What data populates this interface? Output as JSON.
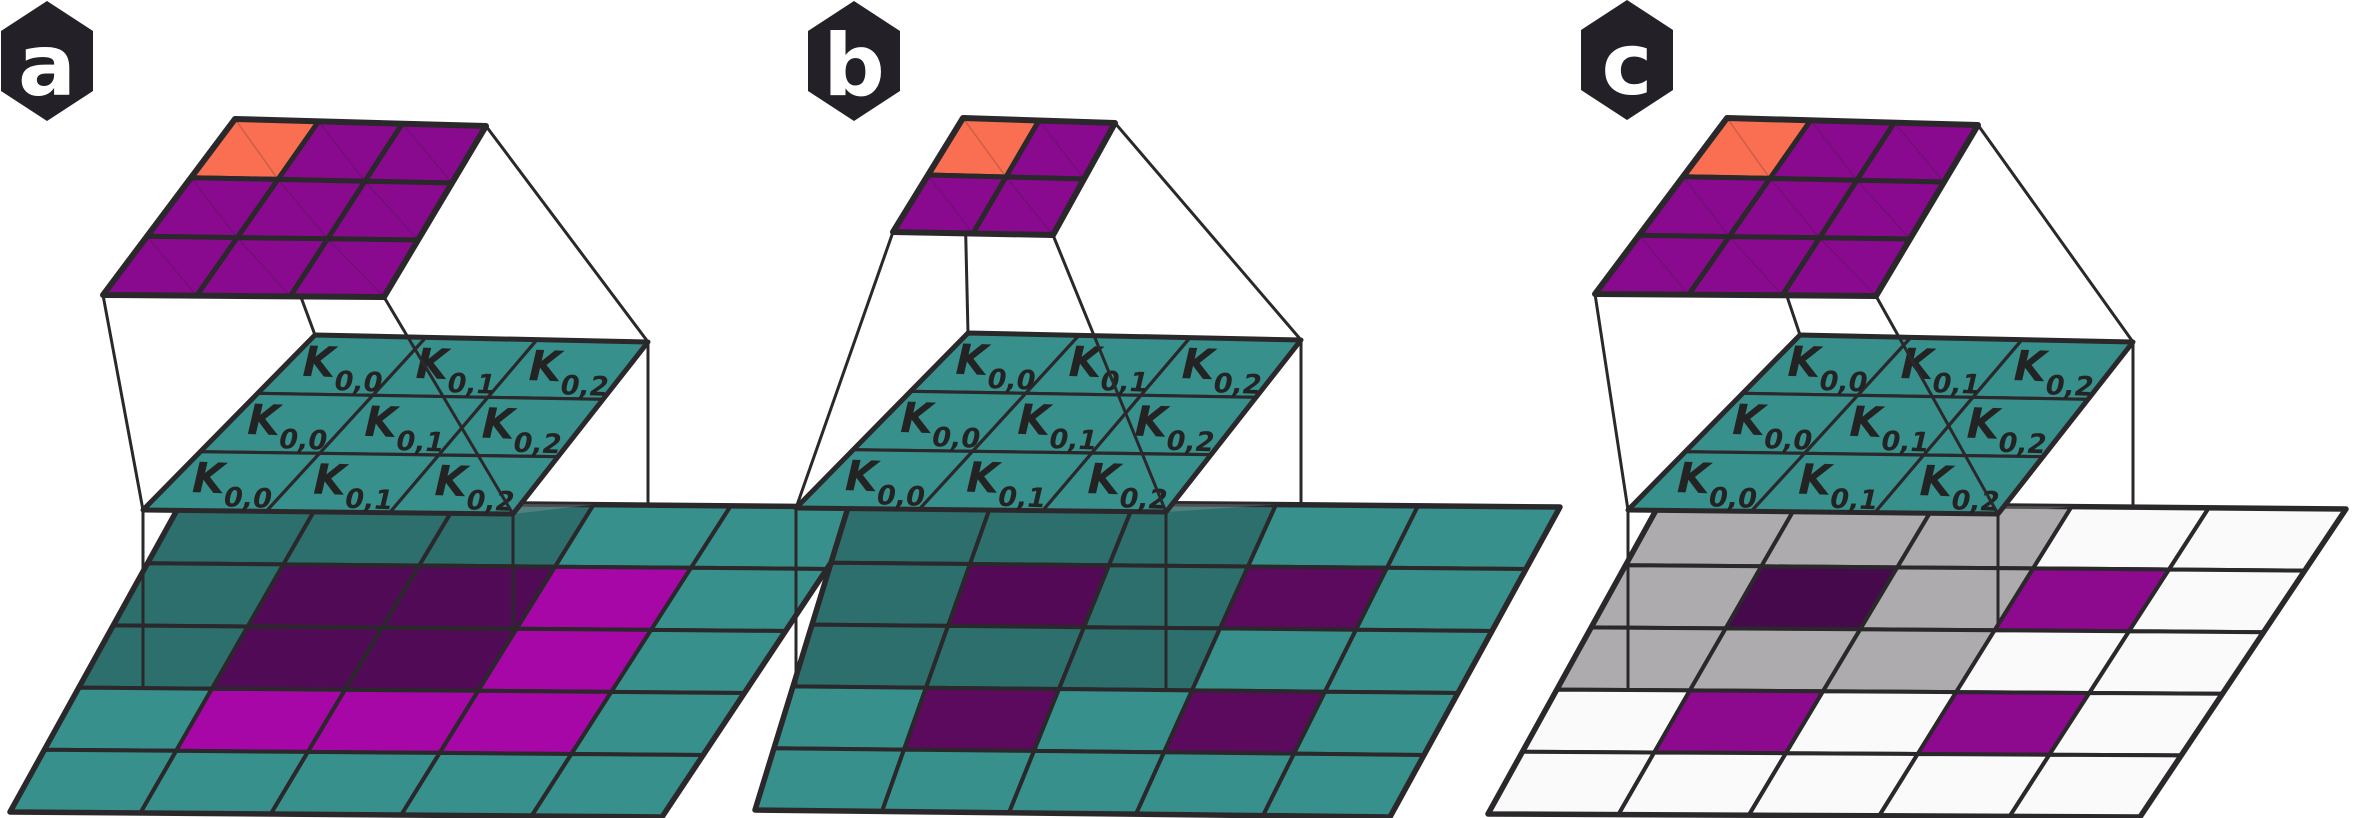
{
  "figure": {
    "colors": {
      "teal": "#37908B",
      "teal_shaded": "#2C6F6C",
      "output_purple": "#8A0A8F",
      "orange": "#FA6F51",
      "magenta": "#A607A6",
      "magenta_shaded": "#510B56",
      "deep_purple": "#5C0A5E",
      "deep_purple_shaded": "#530956",
      "mid_purple": "#8D098D",
      "mid_purple_shaded": "#460A4C",
      "white_cell": "#FBFAFB",
      "gray_shadow": "#ADABAD",
      "stroke": "#2B282B",
      "badge_bg": "#242028",
      "badge_text": "#FFFFFF",
      "kernel_label": "#232323"
    },
    "shade_map": {
      "teal": "teal_shaded",
      "magenta": "magenta_shaded",
      "deep_purple": "deep_purple_shaded",
      "mid_purple": "mid_purple_shaded",
      "white_cell": "gray_shadow"
    },
    "kernel": {
      "base": "K",
      "subscripts": [
        [
          "0,0",
          "0,1",
          "0,2"
        ],
        [
          "0,0",
          "0,1",
          "0,2"
        ],
        [
          "0,0",
          "0,1",
          "0,2"
        ]
      ]
    },
    "panels": [
      {
        "badge": "a",
        "output_grid": {
          "rows": 3,
          "cols": 3,
          "base_color": "output_purple",
          "highlight": {
            "row": 0,
            "col": 0,
            "color": "orange"
          }
        },
        "kernel_grid": {
          "rows": 3,
          "cols": 3,
          "color": "teal"
        },
        "input_grid": {
          "rows": 5,
          "cols": 5,
          "base_color": "teal",
          "highlight_color": "magenta",
          "highlights": [
            [
              1,
              1
            ],
            [
              1,
              2
            ],
            [
              1,
              3
            ],
            [
              2,
              1
            ],
            [
              2,
              2
            ],
            [
              2,
              3
            ],
            [
              3,
              1
            ],
            [
              3,
              2
            ],
            [
              3,
              3
            ]
          ],
          "shadow_rows": 3,
          "shadow_cols": 3
        }
      },
      {
        "badge": "b",
        "output_grid": {
          "rows": 2,
          "cols": 2,
          "base_color": "output_purple",
          "highlight": {
            "row": 0,
            "col": 0,
            "color": "orange"
          }
        },
        "kernel_grid": {
          "rows": 3,
          "cols": 3,
          "color": "teal"
        },
        "input_grid": {
          "rows": 5,
          "cols": 5,
          "base_color": "teal",
          "highlight_color": "deep_purple",
          "highlights": [
            [
              1,
              1
            ],
            [
              1,
              3
            ],
            [
              3,
              1
            ],
            [
              3,
              3
            ]
          ],
          "shadow_rows": 3,
          "shadow_cols": 3
        }
      },
      {
        "badge": "c",
        "output_grid": {
          "rows": 3,
          "cols": 3,
          "base_color": "output_purple",
          "highlight": {
            "row": 0,
            "col": 0,
            "color": "orange"
          }
        },
        "kernel_grid": {
          "rows": 3,
          "cols": 3,
          "color": "teal"
        },
        "input_grid": {
          "rows": 5,
          "cols": 5,
          "base_color": "white_cell",
          "highlight_color": "mid_purple",
          "highlights": [
            [
              1,
              1
            ],
            [
              1,
              3
            ],
            [
              3,
              1
            ],
            [
              3,
              3
            ]
          ],
          "shadow_rows": 3,
          "shadow_cols": 3
        }
      }
    ]
  }
}
